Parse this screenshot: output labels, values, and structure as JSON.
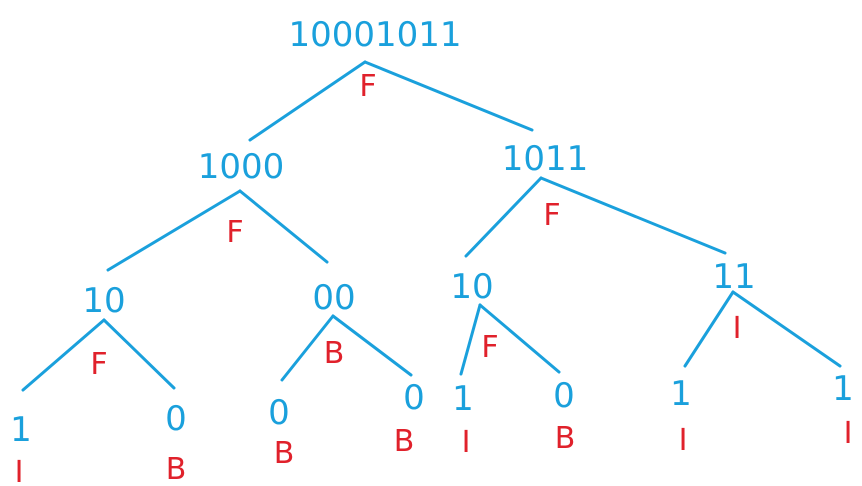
{
  "colors": {
    "bits": "#1aa0dc",
    "type": "#e0212b",
    "edge": "#1aa0dc"
  },
  "nodes": [
    {
      "id": "root",
      "bits": "10001011",
      "type": "F"
    },
    {
      "id": "l",
      "bits": "1000",
      "type": "F"
    },
    {
      "id": "r",
      "bits": "1011",
      "type": "F"
    },
    {
      "id": "ll",
      "bits": "10",
      "type": "F"
    },
    {
      "id": "lr",
      "bits": "00",
      "type": "B"
    },
    {
      "id": "rl",
      "bits": "10",
      "type": "F"
    },
    {
      "id": "rr",
      "bits": "11",
      "type": "I"
    },
    {
      "id": "lll",
      "bits": "1",
      "type": "I"
    },
    {
      "id": "llr",
      "bits": "0",
      "type": "B"
    },
    {
      "id": "lrl",
      "bits": "0",
      "type": "B"
    },
    {
      "id": "lrr",
      "bits": "0",
      "type": "B"
    },
    {
      "id": "rll",
      "bits": "1",
      "type": "I"
    },
    {
      "id": "rlr",
      "bits": "0",
      "type": "B"
    },
    {
      "id": "rrl",
      "bits": "1",
      "type": "I"
    },
    {
      "id": "rrr",
      "bits": "1",
      "type": "I"
    }
  ],
  "edges": [
    [
      "root",
      "l"
    ],
    [
      "root",
      "r"
    ],
    [
      "l",
      "ll"
    ],
    [
      "l",
      "lr"
    ],
    [
      "r",
      "rl"
    ],
    [
      "r",
      "rr"
    ],
    [
      "ll",
      "lll"
    ],
    [
      "ll",
      "llr"
    ],
    [
      "lr",
      "lrl"
    ],
    [
      "lr",
      "lrr"
    ],
    [
      "rl",
      "rll"
    ],
    [
      "rl",
      "rlr"
    ],
    [
      "rr",
      "rrl"
    ],
    [
      "rr",
      "rrr"
    ]
  ]
}
